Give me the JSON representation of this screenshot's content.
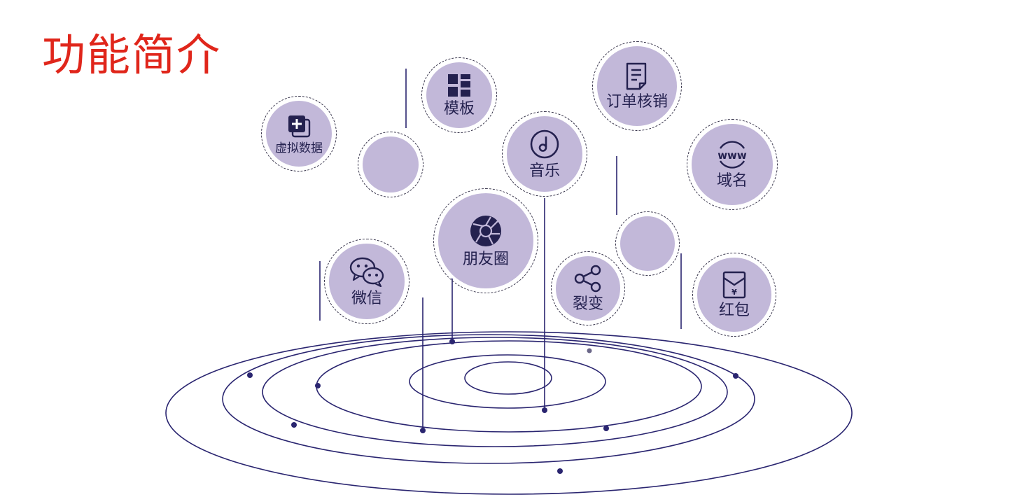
{
  "title": "功能简介",
  "features": [
    {
      "id": "virtual-data",
      "label": "虚拟数据",
      "icon": "add-copy-icon"
    },
    {
      "id": "template",
      "label": "模板",
      "icon": "layout-grid-icon"
    },
    {
      "id": "order-verify",
      "label": "订单核销",
      "icon": "document-icon"
    },
    {
      "id": "music",
      "label": "音乐",
      "icon": "music-note-icon"
    },
    {
      "id": "domain",
      "label": "域名",
      "icon": "www-globe-icon"
    },
    {
      "id": "moments",
      "label": "朋友圈",
      "icon": "camera-aperture-icon"
    },
    {
      "id": "wechat",
      "label": "微信",
      "icon": "wechat-icon"
    },
    {
      "id": "fission",
      "label": "裂变",
      "icon": "share-icon"
    },
    {
      "id": "red-packet",
      "label": "红包",
      "icon": "red-envelope-icon"
    }
  ],
  "colors": {
    "title": "#e0261b",
    "bubble_fill": "#c2b8d9",
    "line": "#2a2570",
    "icon": "#24214f"
  }
}
